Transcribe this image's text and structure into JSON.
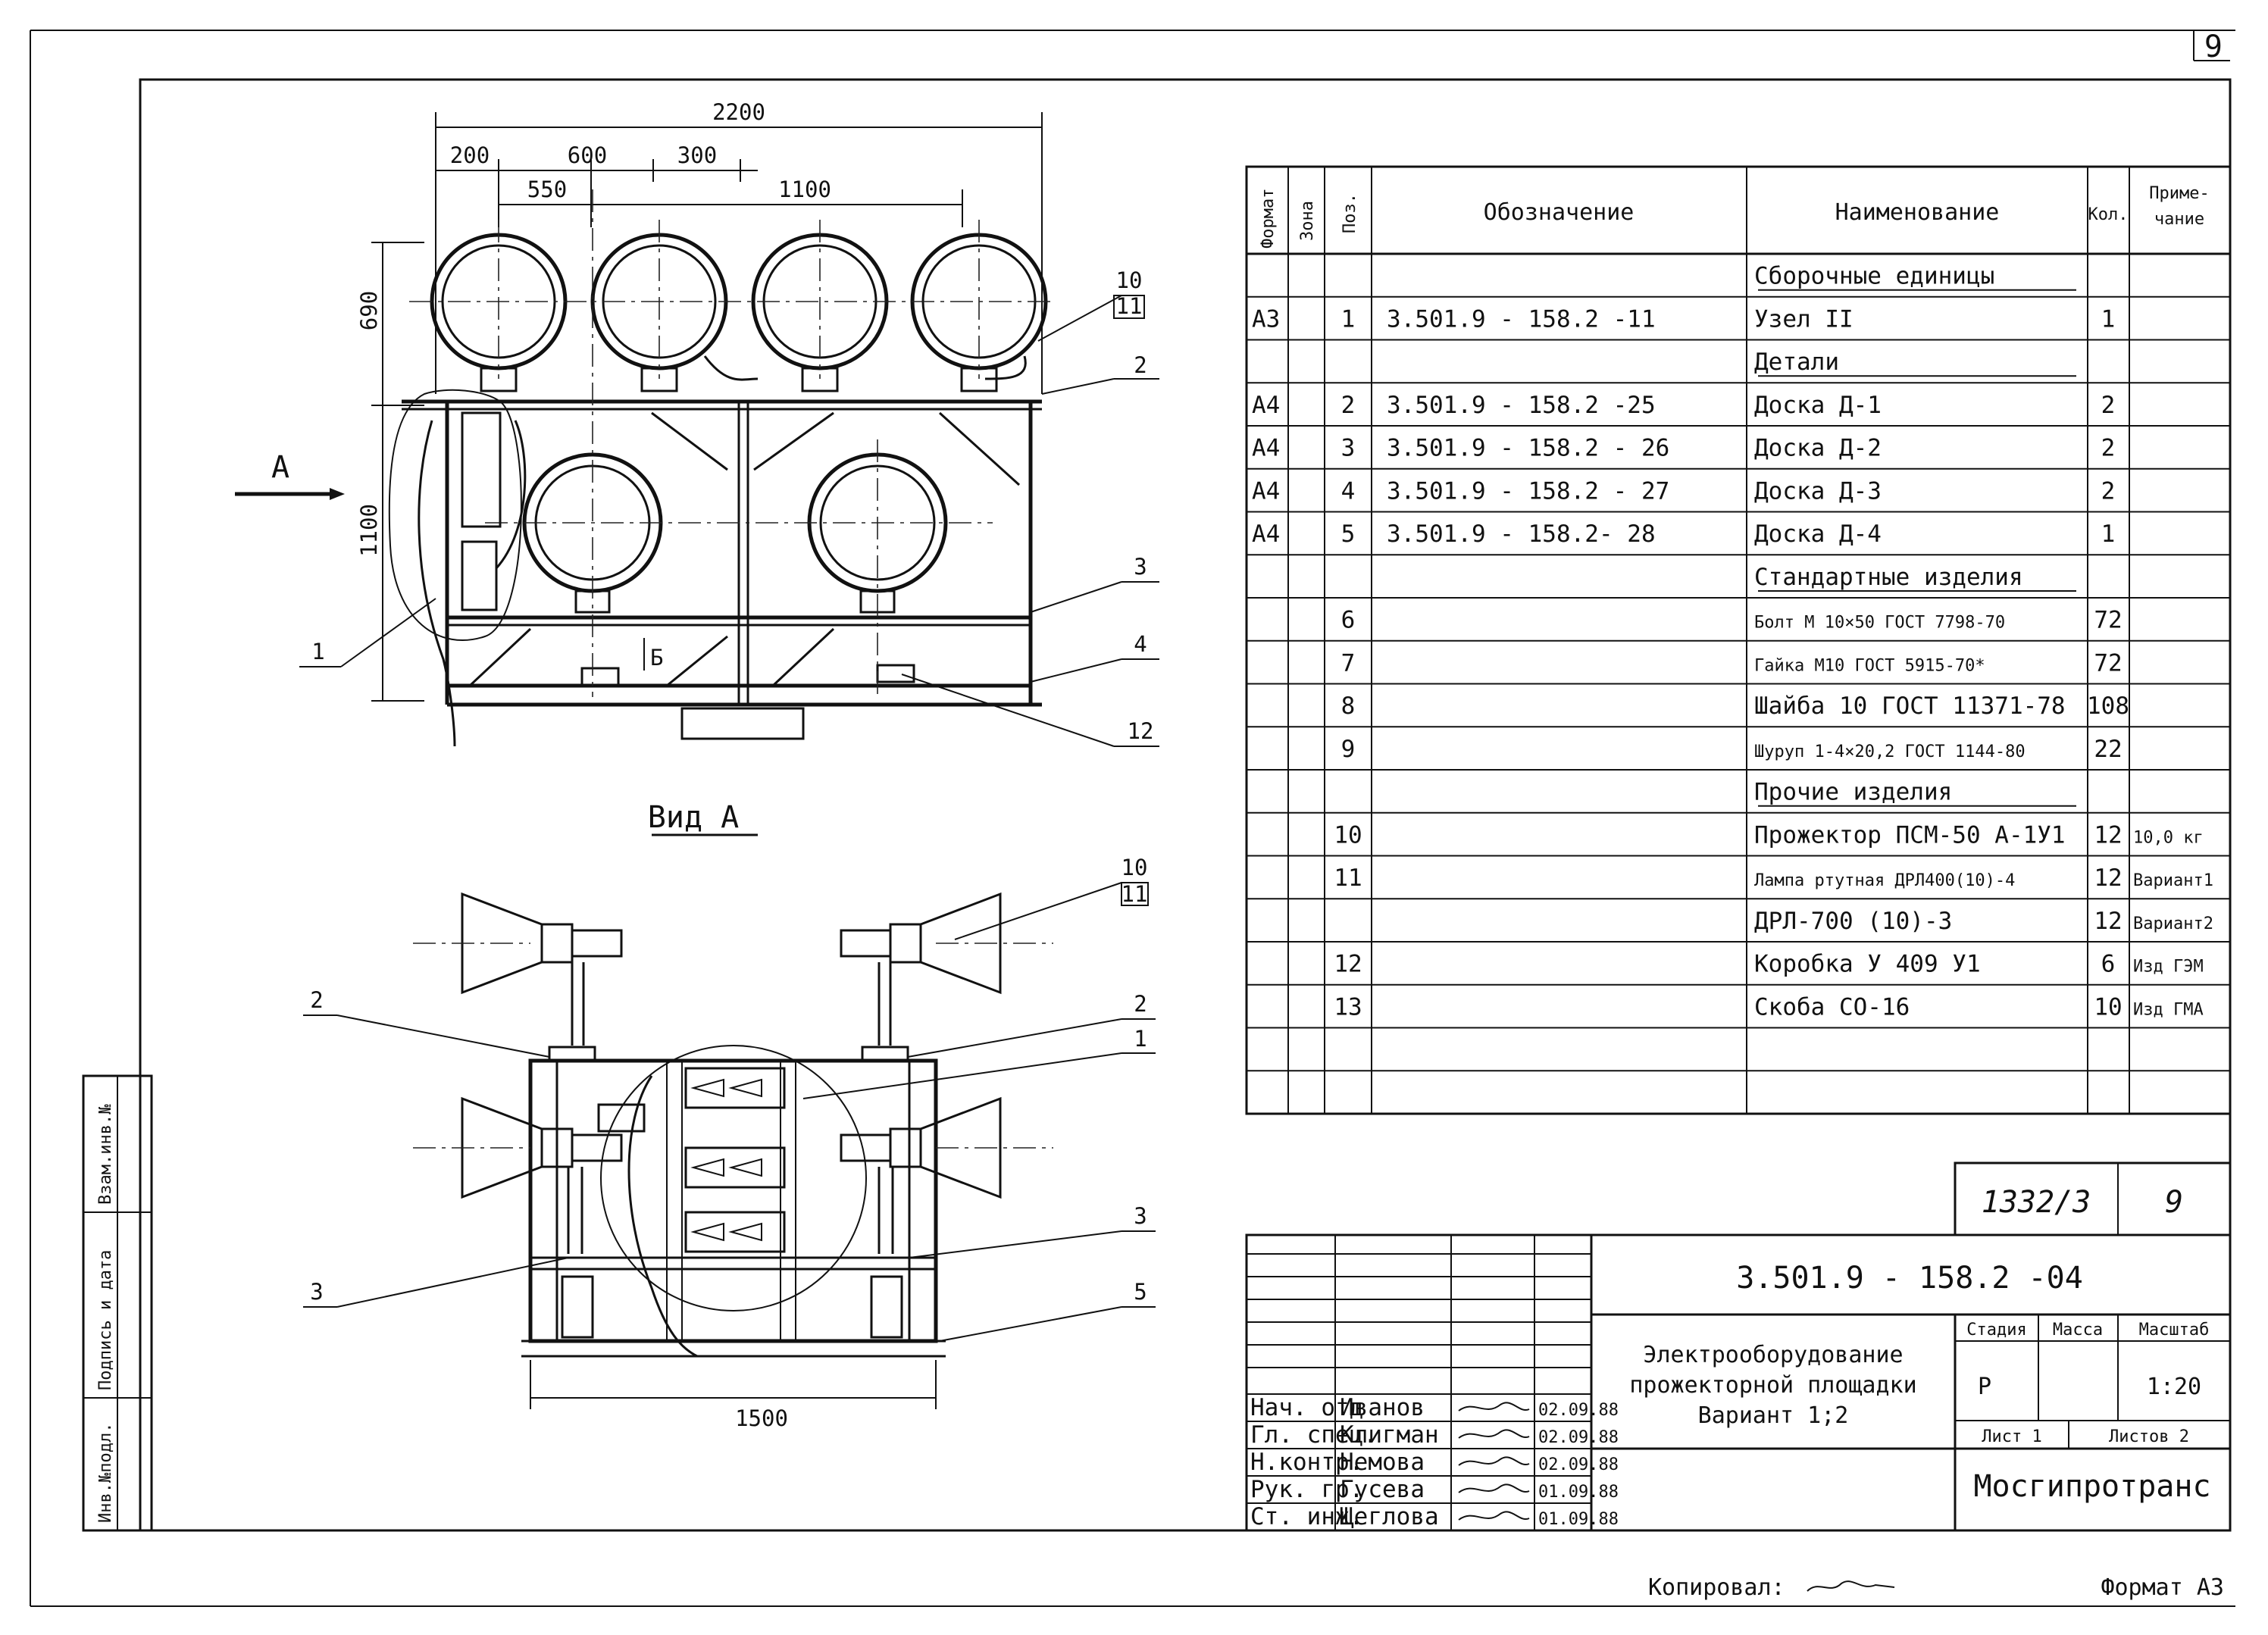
{
  "sheet": {
    "page_no": "9",
    "sheet_code": "1332/3",
    "sheet_code_page": "9",
    "doc_code": "3.501.9 - 158.2 -04",
    "title_lines": [
      "Электрооборудование",
      "прожекторной площадки",
      "Вариант 1;2"
    ],
    "stage_label": "Стадия",
    "mass_label": "Масса",
    "scale_label": "Масштаб",
    "stage": "Р",
    "scale": "1:20",
    "sheet_label": "Лист 1",
    "sheets_label": "Листов 2",
    "org": "Мосгипротранс",
    "copied": "Копировал:",
    "format": "Формат А3",
    "side_stamp": [
      "Инв.№подл.",
      "Подпись и дата",
      "Взам.инв.№"
    ]
  },
  "signatures": [
    {
      "role": "Нач. отд",
      "name": "Иванов",
      "date": "02.09.88"
    },
    {
      "role": "Гл. спец.",
      "name": "Клигман",
      "date": "02.09.88"
    },
    {
      "role": "Н.контр.",
      "name": "Немова",
      "date": "02.09.88"
    },
    {
      "role": "Рук. гр.",
      "name": "Гусева",
      "date": "01.09.88"
    },
    {
      "role": "Ст. инж.",
      "name": "Щеглова",
      "date": "01.09.88"
    }
  ],
  "table": {
    "headers": {
      "format": "Формат",
      "zone": "Зона",
      "pos": "Поз.",
      "designation": "Обозначение",
      "name": "Наименование",
      "qty": "Кол.",
      "note_1": "Приме-",
      "note_2": "чание"
    },
    "rows": [
      {
        "format": "",
        "pos": "",
        "designation": "",
        "name": "Сборочные единицы",
        "qty": "",
        "note": "",
        "section": true
      },
      {
        "format": "А3",
        "pos": "1",
        "designation": "3.501.9 - 158.2 -11",
        "name": "Узел II",
        "qty": "1",
        "note": ""
      },
      {
        "format": "",
        "pos": "",
        "designation": "",
        "name": "Детали",
        "qty": "",
        "note": "",
        "section": true
      },
      {
        "format": "А4",
        "pos": "2",
        "designation": "3.501.9 - 158.2 -25",
        "name": "Доска Д-1",
        "qty": "2",
        "note": ""
      },
      {
        "format": "А4",
        "pos": "3",
        "designation": "3.501.9 - 158.2 - 26",
        "name": "Доска Д-2",
        "qty": "2",
        "note": ""
      },
      {
        "format": "А4",
        "pos": "4",
        "designation": "3.501.9 - 158.2 - 27",
        "name": "Доска Д-3",
        "qty": "2",
        "note": ""
      },
      {
        "format": "А4",
        "pos": "5",
        "designation": "3.501.9 - 158.2- 28",
        "name": "Доска Д-4",
        "qty": "1",
        "note": ""
      },
      {
        "format": "",
        "pos": "",
        "designation": "",
        "name": "Стандартные изделия",
        "qty": "",
        "note": "",
        "section": true
      },
      {
        "format": "",
        "pos": "6",
        "designation": "",
        "name": "Болт М 10×50 ГОСТ 7798-70",
        "qty": "72",
        "note": ""
      },
      {
        "format": "",
        "pos": "7",
        "designation": "",
        "name": "Гайка М10 ГОСТ 5915-70*",
        "qty": "72",
        "note": ""
      },
      {
        "format": "",
        "pos": "8",
        "designation": "",
        "name": "Шайба 10 ГОСТ 11371-78",
        "qty": "108",
        "note": ""
      },
      {
        "format": "",
        "pos": "9",
        "designation": "",
        "name": "Шуруп 1-4×20,2 ГОСТ 1144-80",
        "qty": "22",
        "note": ""
      },
      {
        "format": "",
        "pos": "",
        "designation": "",
        "name": "Прочие изделия",
        "qty": "",
        "note": "",
        "section": true
      },
      {
        "format": "",
        "pos": "10",
        "designation": "",
        "name": "Прожектор ПСМ-50 А-1У1",
        "qty": "12",
        "note": "10,0 кг"
      },
      {
        "format": "",
        "pos": "11",
        "designation": "",
        "name": "Лампа ртутная ДРЛ400(10)-4",
        "qty": "12",
        "note": "Вариант1"
      },
      {
        "format": "",
        "pos": "",
        "designation": "",
        "name": "ДРЛ-700 (10)-3",
        "qty": "12",
        "note": "Вариант2"
      },
      {
        "format": "",
        "pos": "12",
        "designation": "",
        "name": "Коробка У 409 У1",
        "qty": "6",
        "note": "Изд ГЭМ"
      },
      {
        "format": "",
        "pos": "13",
        "designation": "",
        "name": "Скоба СО-16",
        "qty": "10",
        "note": "Изд ГМА"
      },
      {
        "format": "",
        "pos": "",
        "designation": "",
        "name": "",
        "qty": "",
        "note": ""
      },
      {
        "format": "",
        "pos": "",
        "designation": "",
        "name": "",
        "qty": "",
        "note": ""
      }
    ]
  },
  "drawing": {
    "dims": {
      "overall": "2200",
      "d200": "200",
      "d600": "600",
      "d300": "300",
      "d550": "550",
      "d1100": "1100",
      "h690": "690",
      "h1100": "1100",
      "w1500": "1500"
    },
    "view_a_title": "Вид А",
    "arrow_label": "А",
    "section_mark": "Б",
    "callouts_top": [
      "10",
      "11",
      "2",
      "3",
      "4",
      "12",
      "1"
    ],
    "callouts_bottom": [
      "10",
      "11",
      "2",
      "2",
      "1",
      "3",
      "3",
      "5"
    ]
  }
}
